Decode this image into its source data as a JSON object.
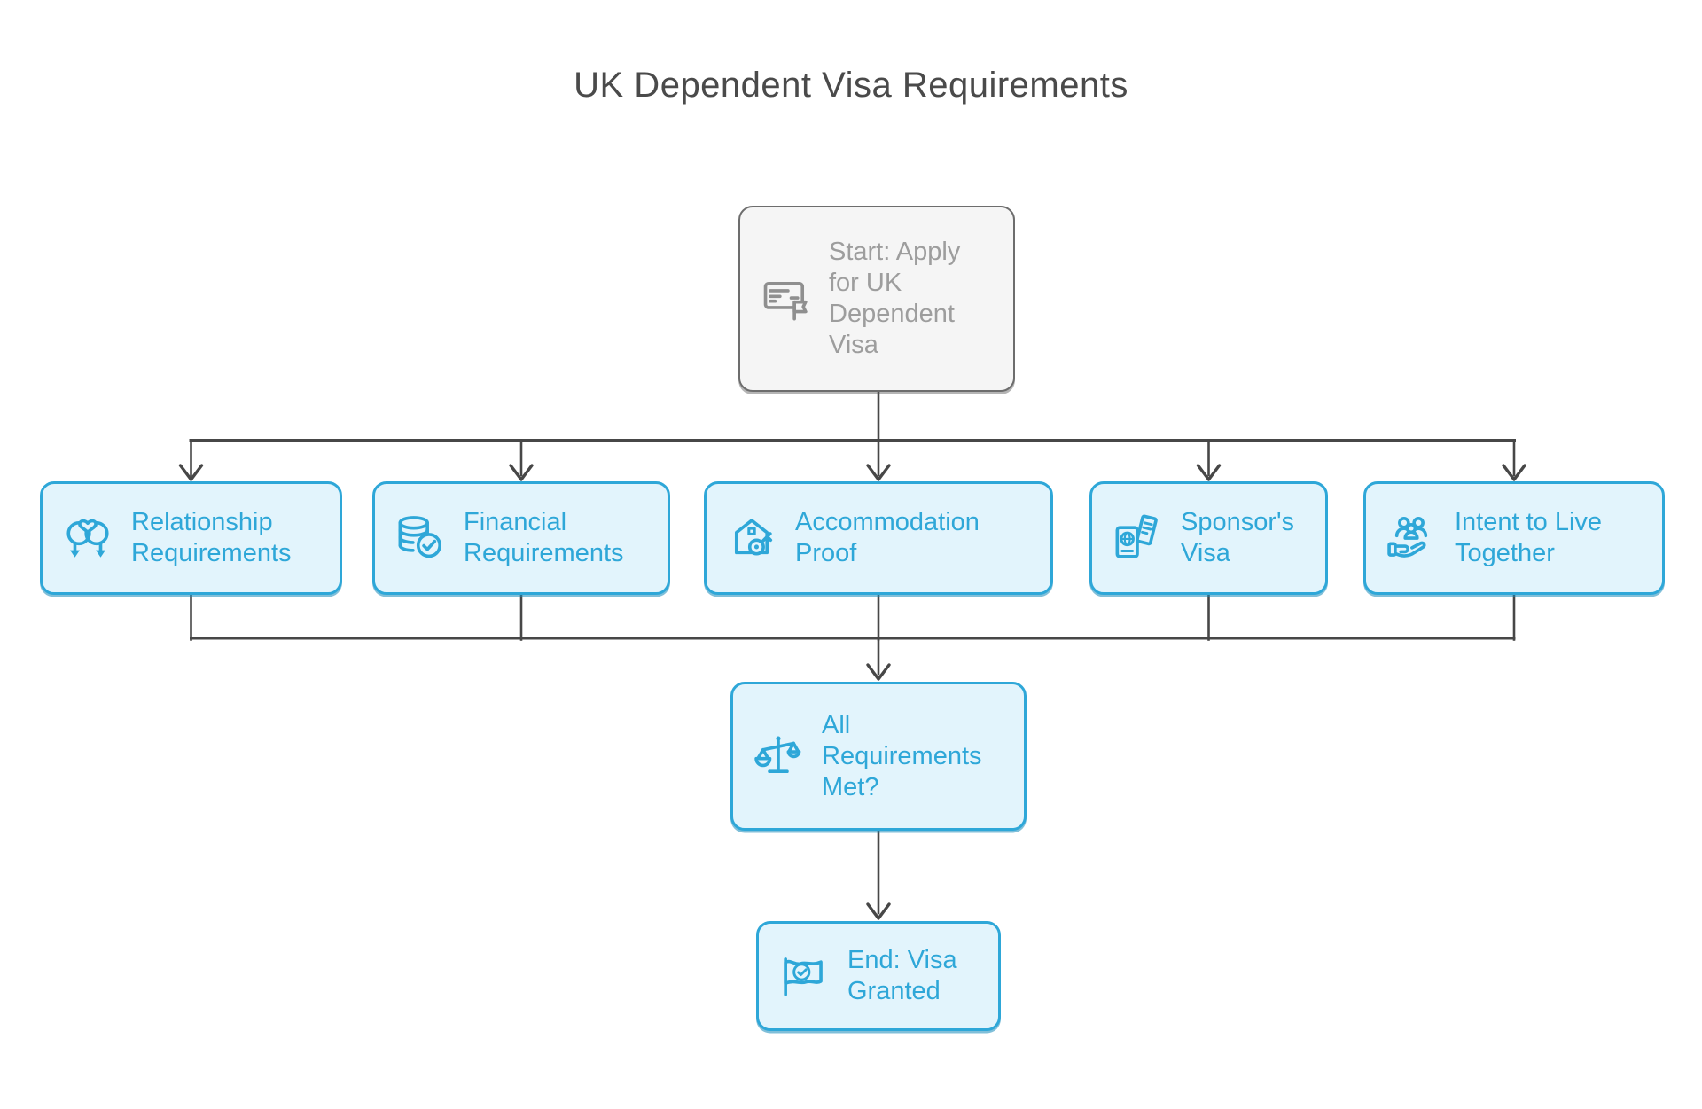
{
  "title": "UK Dependent Visa Requirements",
  "colors": {
    "background": "#ffffff",
    "title_text": "#4a4a4a",
    "connector": "#474747",
    "node_fill": "#e2f4fc",
    "node_border": "#2ea7d8",
    "node_text": "#2ea7d8",
    "start_fill": "#f5f5f5",
    "start_border": "#6d6d6d",
    "start_text": "#9d9d9d"
  },
  "nodes": {
    "start": {
      "label": "Start: Apply for UK Dependent Visa",
      "icon": "card-flag-icon"
    },
    "requirements": [
      {
        "id": "relationship",
        "label": "Relationship Requirements",
        "icon": "relationship-hearts-icon"
      },
      {
        "id": "financial",
        "label": "Financial Requirements",
        "icon": "coins-check-icon"
      },
      {
        "id": "accommodation",
        "label": "Accommodation Proof",
        "icon": "house-key-icon"
      },
      {
        "id": "sponsor",
        "label": "Sponsor's Visa",
        "icon": "passport-ticket-icon"
      },
      {
        "id": "intent",
        "label": "Intent to Live Together",
        "icon": "family-hand-icon"
      }
    ],
    "decision": {
      "label": "All Requirements Met?",
      "icon": "scales-icon"
    },
    "end": {
      "label": "End: Visa Granted",
      "icon": "flag-check-icon"
    }
  },
  "edges": [
    {
      "from": "start",
      "to": "relationship"
    },
    {
      "from": "start",
      "to": "financial"
    },
    {
      "from": "start",
      "to": "accommodation"
    },
    {
      "from": "start",
      "to": "sponsor"
    },
    {
      "from": "start",
      "to": "intent"
    },
    {
      "from": "relationship",
      "to": "decision"
    },
    {
      "from": "financial",
      "to": "decision"
    },
    {
      "from": "accommodation",
      "to": "decision"
    },
    {
      "from": "sponsor",
      "to": "decision"
    },
    {
      "from": "intent",
      "to": "decision"
    },
    {
      "from": "decision",
      "to": "end"
    }
  ]
}
